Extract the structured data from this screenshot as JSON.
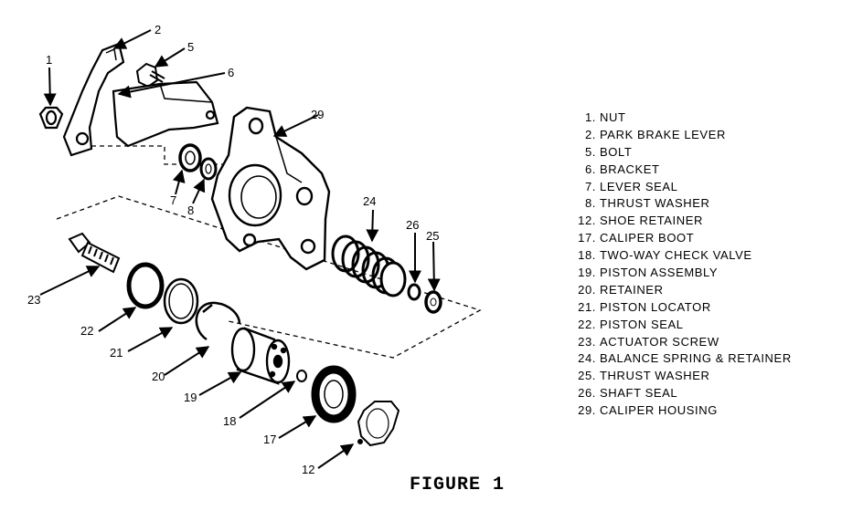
{
  "caption": "FIGURE 1",
  "callouts": {
    "c1": "1",
    "c2": "2",
    "c5": "5",
    "c6": "6",
    "c7": "7",
    "c8": "8",
    "c29": "29",
    "c24": "24",
    "c26": "26",
    "c25": "25",
    "c23": "23",
    "c22": "22",
    "c21": "21",
    "c20": "20",
    "c19": "19",
    "c18": "18",
    "c17": "17",
    "c12": "12"
  },
  "legend": [
    {
      "num": "1.",
      "label": "NUT"
    },
    {
      "num": "2.",
      "label": "PARK BRAKE LEVER"
    },
    {
      "num": "5.",
      "label": "BOLT"
    },
    {
      "num": "6.",
      "label": "BRACKET"
    },
    {
      "num": "7.",
      "label": "LEVER SEAL"
    },
    {
      "num": "8.",
      "label": "THRUST WASHER"
    },
    {
      "num": "12.",
      "label": "SHOE RETAINER"
    },
    {
      "num": "17.",
      "label": "CALIPER BOOT"
    },
    {
      "num": "18.",
      "label": "TWO-WAY CHECK VALVE"
    },
    {
      "num": "19.",
      "label": "PISTON ASSEMBLY"
    },
    {
      "num": "20.",
      "label": "RETAINER"
    },
    {
      "num": "21.",
      "label": "PISTON LOCATOR"
    },
    {
      "num": "22.",
      "label": "PISTON SEAL"
    },
    {
      "num": "23.",
      "label": "ACTUATOR SCREW"
    },
    {
      "num": "24.",
      "label": "BALANCE SPRING & RETAINER"
    },
    {
      "num": "25.",
      "label": "THRUST WASHER"
    },
    {
      "num": "26.",
      "label": "SHAFT SEAL"
    },
    {
      "num": "29.",
      "label": "CALIPER HOUSING"
    }
  ]
}
